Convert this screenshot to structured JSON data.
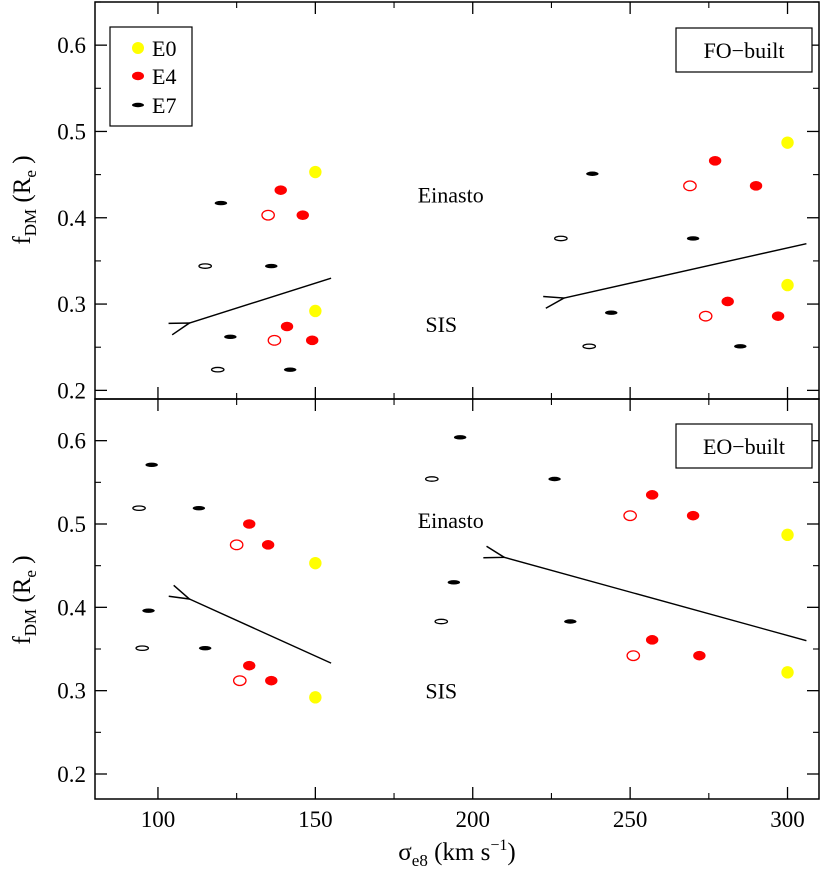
{
  "chart_data": [
    {
      "type": "scatter",
      "panel": "top",
      "panel_label": "FO−built",
      "ylabel_main": "f",
      "ylabel_sub": "DM",
      "ylabel_rest": " (R",
      "ylabel_sub2": "e",
      "ylabel_close": " )",
      "xlim": [
        80,
        310
      ],
      "ylim": [
        0.19,
        0.65
      ],
      "yticks": [
        "0.2",
        "0.3",
        "0.4",
        "0.5",
        "0.6"
      ],
      "ytick_values": [
        0.2,
        0.3,
        0.4,
        0.5,
        0.6
      ],
      "legend": [
        {
          "label": "E0",
          "color": "#ffff00",
          "shape": "E0"
        },
        {
          "label": "E4",
          "color": "#ff0000",
          "shape": "E4"
        },
        {
          "label": "E7",
          "color": "#000000",
          "shape": "E7"
        }
      ],
      "annotations": [
        {
          "text": "Einasto",
          "x": 193,
          "y": 0.427
        },
        {
          "text": "SIS",
          "x": 190,
          "y": 0.277
        }
      ],
      "arrows": [
        {
          "x1": 155,
          "y1": 0.33,
          "x2": 110,
          "y2": 0.278
        },
        {
          "x1": 306,
          "y1": 0.37,
          "x2": 229,
          "y2": 0.307
        }
      ],
      "points": [
        {
          "x": 150,
          "y": 0.453,
          "shape": "E0",
          "filled": true
        },
        {
          "x": 139,
          "y": 0.432,
          "shape": "E4",
          "filled": true
        },
        {
          "x": 135,
          "y": 0.403,
          "shape": "E4",
          "filled": false
        },
        {
          "x": 146,
          "y": 0.403,
          "shape": "E4",
          "filled": true
        },
        {
          "x": 120,
          "y": 0.417,
          "shape": "E7",
          "filled": true
        },
        {
          "x": 115,
          "y": 0.344,
          "shape": "E7",
          "filled": false
        },
        {
          "x": 136,
          "y": 0.344,
          "shape": "E7",
          "filled": true
        },
        {
          "x": 150,
          "y": 0.292,
          "shape": "E0",
          "filled": true
        },
        {
          "x": 141,
          "y": 0.274,
          "shape": "E4",
          "filled": true
        },
        {
          "x": 137,
          "y": 0.258,
          "shape": "E4",
          "filled": false
        },
        {
          "x": 149,
          "y": 0.258,
          "shape": "E4",
          "filled": true
        },
        {
          "x": 123,
          "y": 0.262,
          "shape": "E7",
          "filled": true
        },
        {
          "x": 119,
          "y": 0.224,
          "shape": "E7",
          "filled": false
        },
        {
          "x": 142,
          "y": 0.224,
          "shape": "E7",
          "filled": true
        },
        {
          "x": 300,
          "y": 0.487,
          "shape": "E0",
          "filled": true
        },
        {
          "x": 277,
          "y": 0.466,
          "shape": "E4",
          "filled": true
        },
        {
          "x": 269,
          "y": 0.437,
          "shape": "E4",
          "filled": false
        },
        {
          "x": 290,
          "y": 0.437,
          "shape": "E4",
          "filled": true
        },
        {
          "x": 238,
          "y": 0.451,
          "shape": "E7",
          "filled": true
        },
        {
          "x": 228,
          "y": 0.376,
          "shape": "E7",
          "filled": false
        },
        {
          "x": 270,
          "y": 0.376,
          "shape": "E7",
          "filled": true
        },
        {
          "x": 300,
          "y": 0.322,
          "shape": "E0",
          "filled": true
        },
        {
          "x": 281,
          "y": 0.303,
          "shape": "E4",
          "filled": true
        },
        {
          "x": 274,
          "y": 0.286,
          "shape": "E4",
          "filled": false
        },
        {
          "x": 297,
          "y": 0.286,
          "shape": "E4",
          "filled": true
        },
        {
          "x": 244,
          "y": 0.29,
          "shape": "E7",
          "filled": true
        },
        {
          "x": 237,
          "y": 0.251,
          "shape": "E7",
          "filled": false
        },
        {
          "x": 285,
          "y": 0.251,
          "shape": "E7",
          "filled": true
        }
      ]
    },
    {
      "type": "scatter",
      "panel": "bottom",
      "panel_label": "EO−built",
      "ylabel_main": "f",
      "ylabel_sub": "DM",
      "ylabel_rest": " (R",
      "ylabel_sub2": "e",
      "ylabel_close": " )",
      "xlabel_main": "σ",
      "xlabel_sub": "e8",
      "xlabel_rest": " (km s",
      "xlabel_sup": "−1",
      "xlabel_close": ")",
      "xlim": [
        80,
        310
      ],
      "ylim": [
        0.17,
        0.65
      ],
      "xticks": [
        "100",
        "150",
        "200",
        "250",
        "300"
      ],
      "xtick_values": [
        100,
        150,
        200,
        250,
        300
      ],
      "yticks": [
        "0.2",
        "0.3",
        "0.4",
        "0.5",
        "0.6"
      ],
      "ytick_values": [
        0.2,
        0.3,
        0.4,
        0.5,
        0.6
      ],
      "annotations": [
        {
          "text": "Einasto",
          "x": 193,
          "y": 0.505
        },
        {
          "text": "SIS",
          "x": 190,
          "y": 0.3
        }
      ],
      "arrows": [
        {
          "x1": 155,
          "y1": 0.333,
          "x2": 110,
          "y2": 0.41
        },
        {
          "x1": 306,
          "y1": 0.36,
          "x2": 210,
          "y2": 0.46
        }
      ],
      "points": [
        {
          "x": 98,
          "y": 0.571,
          "shape": "E7",
          "filled": true
        },
        {
          "x": 94,
          "y": 0.519,
          "shape": "E7",
          "filled": false
        },
        {
          "x": 113,
          "y": 0.519,
          "shape": "E7",
          "filled": true
        },
        {
          "x": 129,
          "y": 0.5,
          "shape": "E4",
          "filled": true
        },
        {
          "x": 125,
          "y": 0.475,
          "shape": "E4",
          "filled": false
        },
        {
          "x": 135,
          "y": 0.475,
          "shape": "E4",
          "filled": true
        },
        {
          "x": 150,
          "y": 0.453,
          "shape": "E0",
          "filled": true
        },
        {
          "x": 97,
          "y": 0.396,
          "shape": "E7",
          "filled": true
        },
        {
          "x": 95,
          "y": 0.351,
          "shape": "E7",
          "filled": false
        },
        {
          "x": 115,
          "y": 0.351,
          "shape": "E7",
          "filled": true
        },
        {
          "x": 129,
          "y": 0.33,
          "shape": "E4",
          "filled": true
        },
        {
          "x": 126,
          "y": 0.312,
          "shape": "E4",
          "filled": false
        },
        {
          "x": 136,
          "y": 0.312,
          "shape": "E4",
          "filled": true
        },
        {
          "x": 150,
          "y": 0.292,
          "shape": "E0",
          "filled": true
        },
        {
          "x": 196,
          "y": 0.604,
          "shape": "E7",
          "filled": true
        },
        {
          "x": 187,
          "y": 0.554,
          "shape": "E7",
          "filled": false
        },
        {
          "x": 226,
          "y": 0.554,
          "shape": "E7",
          "filled": true
        },
        {
          "x": 257,
          "y": 0.535,
          "shape": "E4",
          "filled": true
        },
        {
          "x": 250,
          "y": 0.51,
          "shape": "E4",
          "filled": false
        },
        {
          "x": 270,
          "y": 0.51,
          "shape": "E4",
          "filled": true
        },
        {
          "x": 300,
          "y": 0.487,
          "shape": "E0",
          "filled": true
        },
        {
          "x": 194,
          "y": 0.43,
          "shape": "E7",
          "filled": true
        },
        {
          "x": 190,
          "y": 0.383,
          "shape": "E7",
          "filled": false
        },
        {
          "x": 231,
          "y": 0.383,
          "shape": "E7",
          "filled": true
        },
        {
          "x": 257,
          "y": 0.361,
          "shape": "E4",
          "filled": true
        },
        {
          "x": 251,
          "y": 0.342,
          "shape": "E4",
          "filled": false
        },
        {
          "x": 272,
          "y": 0.342,
          "shape": "E4",
          "filled": true
        },
        {
          "x": 300,
          "y": 0.322,
          "shape": "E0",
          "filled": true
        }
      ]
    }
  ]
}
